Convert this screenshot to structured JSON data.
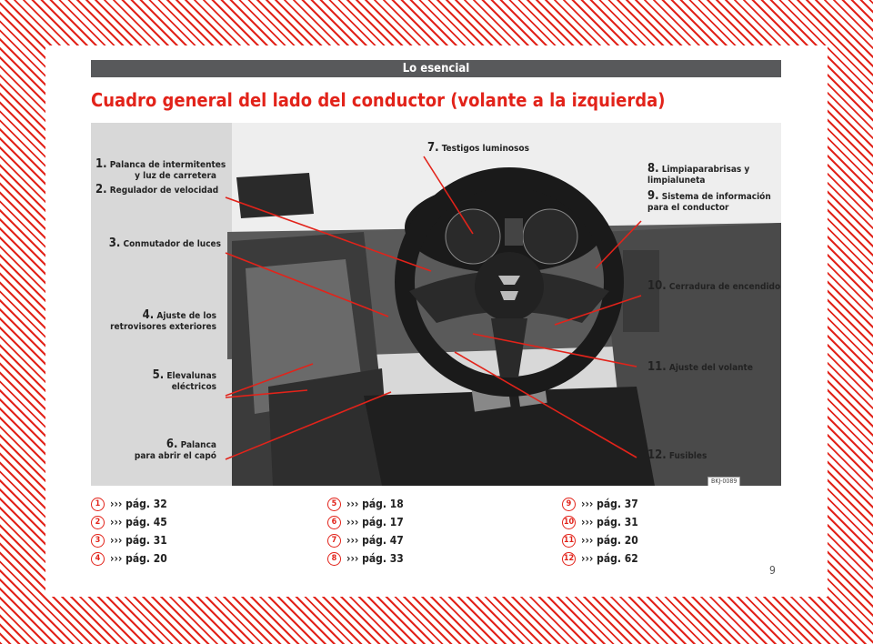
{
  "header": {
    "section": "Lo esencial"
  },
  "title": "Cuadro general del lado del conductor (volante a la izquierda)",
  "figure": {
    "code": "BKJ-0089",
    "callouts": {
      "c1": {
        "num": "1.",
        "text": "Palanca de intermitentes",
        "text2": "y luz de carretera"
      },
      "c2": {
        "num": "2.",
        "text": "Regulador de velocidad"
      },
      "c3": {
        "num": "3.",
        "text": "Conmutador de luces"
      },
      "c4": {
        "num": "4.",
        "text": "Ajuste de los",
        "text2": "retrovisores exteriores"
      },
      "c5": {
        "num": "5.",
        "text": "Elevalunas",
        "text2": "eléctricos"
      },
      "c6": {
        "num": "6.",
        "text": "Palanca",
        "text2": "para abrir el capó"
      },
      "c7": {
        "num": "7.",
        "text": "Testigos luminosos"
      },
      "c8": {
        "num": "8.",
        "text": "Limpiaparabrisas y",
        "text2": "limpialuneta"
      },
      "c9": {
        "num": "9.",
        "text": "Sistema de información",
        "text2": "para el conductor"
      },
      "c10": {
        "num": "10.",
        "text": "Cerradura de encendido"
      },
      "c11": {
        "num": "11.",
        "text": "Ajuste del volante"
      },
      "c12": {
        "num": "12.",
        "text": "Fusibles"
      }
    }
  },
  "references": [
    {
      "n": "1",
      "text": "››› pág. 32"
    },
    {
      "n": "2",
      "text": "››› pág. 45"
    },
    {
      "n": "3",
      "text": "››› pág. 31"
    },
    {
      "n": "4",
      "text": "››› pág. 20"
    },
    {
      "n": "5",
      "text": "››› pág. 18"
    },
    {
      "n": "6",
      "text": "››› pág. 17"
    },
    {
      "n": "7",
      "text": "››› pág. 47"
    },
    {
      "n": "8",
      "text": "››› pág. 33"
    },
    {
      "n": "9",
      "text": "››› pág. 37"
    },
    {
      "n": "10",
      "text": "››› pág. 31"
    },
    {
      "n": "11",
      "text": "››› pág. 20"
    },
    {
      "n": "12",
      "text": "››› pág. 62"
    }
  ],
  "page_number": "9",
  "colors": {
    "accent": "#e2231a",
    "header_bg": "#58595b"
  }
}
